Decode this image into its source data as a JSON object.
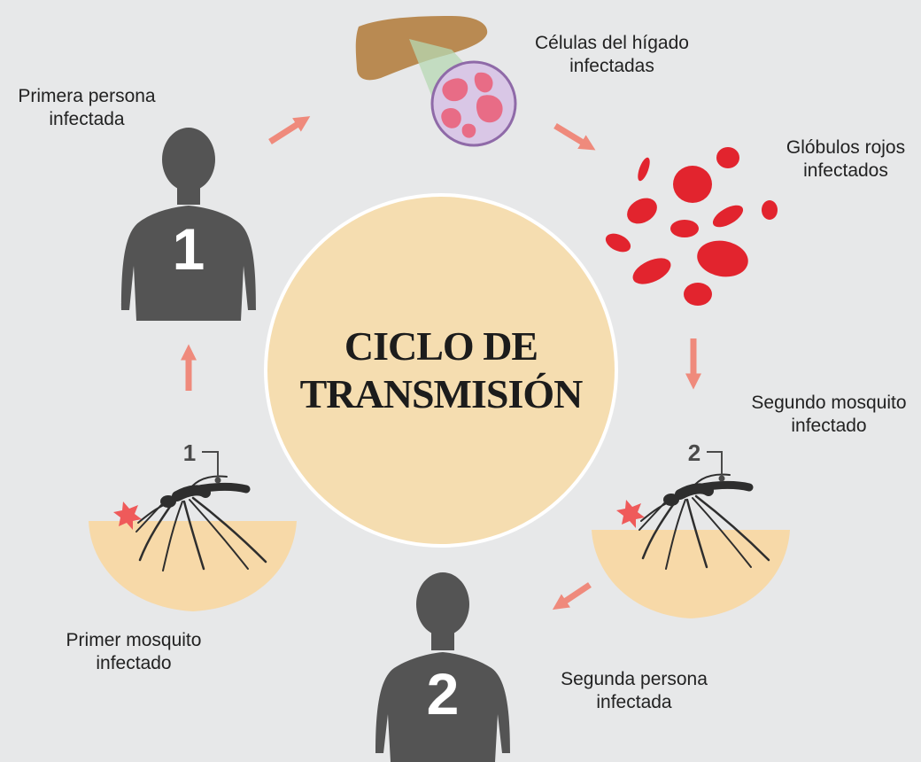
{
  "title": {
    "line1": "CICLO DE",
    "line2": "TRANSMISIÓN"
  },
  "labels": {
    "persona1": {
      "line1": "Primera persona",
      "line2": "infectada"
    },
    "higado": {
      "line1": "Células del hígado",
      "line2": "infectadas"
    },
    "globulos": {
      "line1": "Glóbulos rojos",
      "line2": "infectados"
    },
    "mosquito2": {
      "line1": "Segundo mosquito",
      "line2": "infectado"
    },
    "persona2": {
      "line1": "Segunda persona",
      "line2": "infectada"
    },
    "mosquito1": {
      "line1": "Primer mosquito",
      "line2": "infectado"
    }
  },
  "figures": {
    "person1_number": "1",
    "person2_number": "2",
    "mosquito1_number": "1",
    "mosquito2_number": "2"
  },
  "colors": {
    "background": "#e7e8e9",
    "center_circle": "#f5ddb0",
    "person": "#545454",
    "arrow": "#ef8a7c",
    "liver": "#b98a52",
    "cell_bg": "#d9c7e6",
    "cell_spot": "#e86c86",
    "blood": "#e2242e",
    "skin": "#f7d9a8",
    "mosquito": "#2e2e2e"
  }
}
